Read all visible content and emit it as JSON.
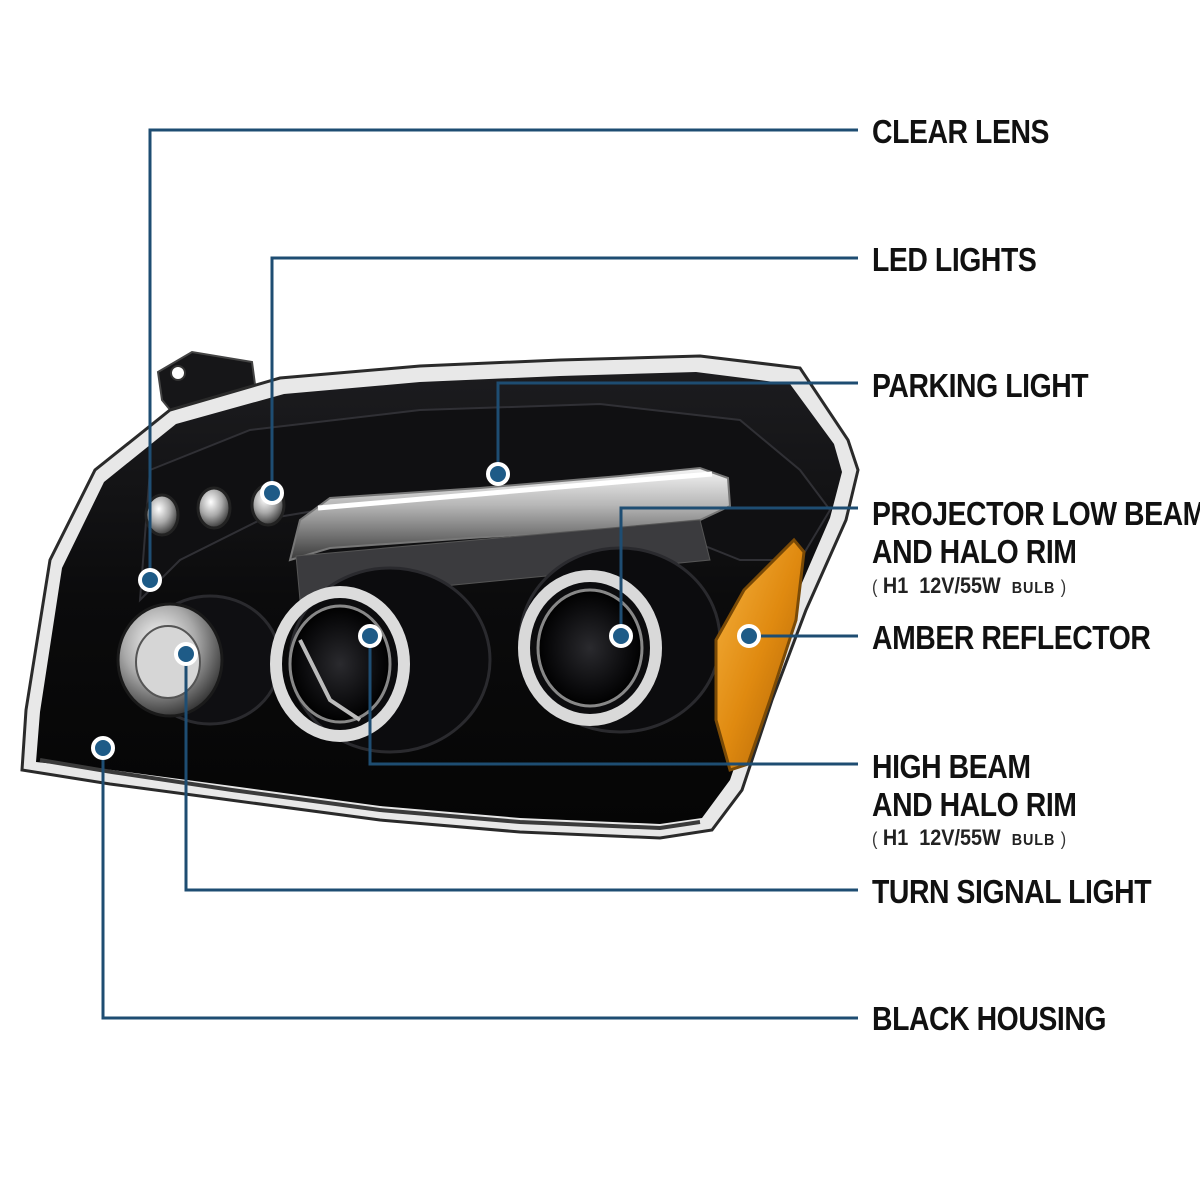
{
  "colors": {
    "leader_line": "#1e4d72",
    "dot_fill": "#1e5b87",
    "dot_ring": "#ffffff",
    "housing": "#0b0b0c",
    "amber": "#e08a10"
  },
  "callouts": {
    "clear_lens": {
      "label": "CLEAR LENS"
    },
    "led_lights": {
      "label": "LED LIGHTS"
    },
    "parking_light": {
      "label": "PARKING LIGHT"
    },
    "projector_low_beam": {
      "label_line1": "PROJECTOR LOW BEAM",
      "label_line2": "AND HALO RIM",
      "bulb_open": "(",
      "bulb_type": "H1",
      "bulb_rating": "12V/55W",
      "bulb_word": "BULB",
      "bulb_close": ")"
    },
    "amber_reflector": {
      "label": "AMBER REFLECTOR"
    },
    "high_beam": {
      "label_line1": "HIGH BEAM",
      "label_line2": "AND HALO RIM",
      "bulb_open": "(",
      "bulb_type": "H1",
      "bulb_rating": "12V/55W",
      "bulb_word": "BULB",
      "bulb_close": ")"
    },
    "turn_signal_light": {
      "label": "TURN SIGNAL LIGHT"
    },
    "black_housing": {
      "label": "BLACK HOUSING"
    }
  }
}
